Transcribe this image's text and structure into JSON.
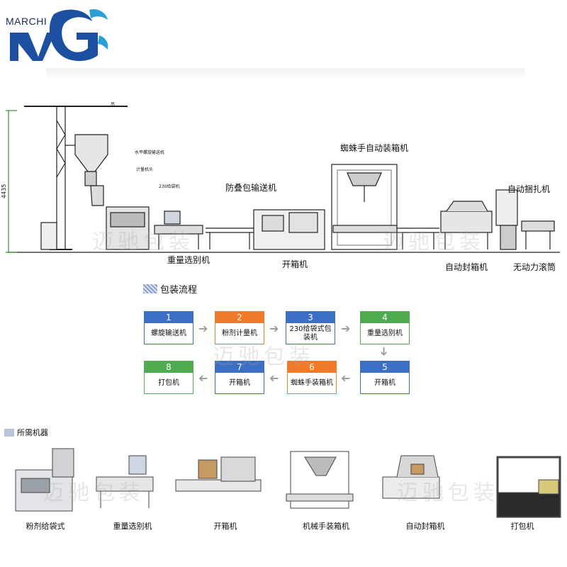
{
  "brand": {
    "name": "MARCHI",
    "color": "#1d4fa0",
    "accent": "#2aa0d8"
  },
  "line_drawing": {
    "height_dim": "4435",
    "small_labels": {
      "lifter": "吊",
      "horizontal_screw": "水平螺旋输送机",
      "metering_head": "计量机头",
      "bagger": "230给袋机"
    },
    "labels": {
      "conveyor": "防叠包输送机",
      "robot": "蜘蛛手自动装箱机",
      "strapping": "自动捆扎机",
      "checkweigher": "重量选别机",
      "case_erector": "开箱机",
      "case_sealer": "自动封箱机",
      "roller": "无动力滚筒"
    },
    "watermark": "迈驰包装"
  },
  "flow": {
    "title": "包装流程",
    "steps": [
      {
        "num": "1",
        "name": "螺旋输送机",
        "color": "blue"
      },
      {
        "num": "2",
        "name": "粉剂计量机",
        "color": "orange"
      },
      {
        "num": "3",
        "name": "230给袋式包装机",
        "color": "blue"
      },
      {
        "num": "4",
        "name": "重量选别机",
        "color": "green"
      },
      {
        "num": "5",
        "name": "开箱机",
        "color": "blue"
      },
      {
        "num": "6",
        "name": "蜘蛛手装箱机",
        "color": "orange"
      },
      {
        "num": "7",
        "name": "开箱机",
        "color": "blue"
      },
      {
        "num": "8",
        "name": "打包机",
        "color": "green"
      }
    ],
    "watermark": "迈驰包装"
  },
  "machines": {
    "title": "所需机器",
    "items": [
      {
        "name": "粉剂给袋式"
      },
      {
        "name": "重量选别机"
      },
      {
        "name": "开箱机"
      },
      {
        "name": "机械手装箱机"
      },
      {
        "name": "自动封箱机"
      },
      {
        "name": "打包机"
      }
    ],
    "watermark": "迈驰包装"
  }
}
